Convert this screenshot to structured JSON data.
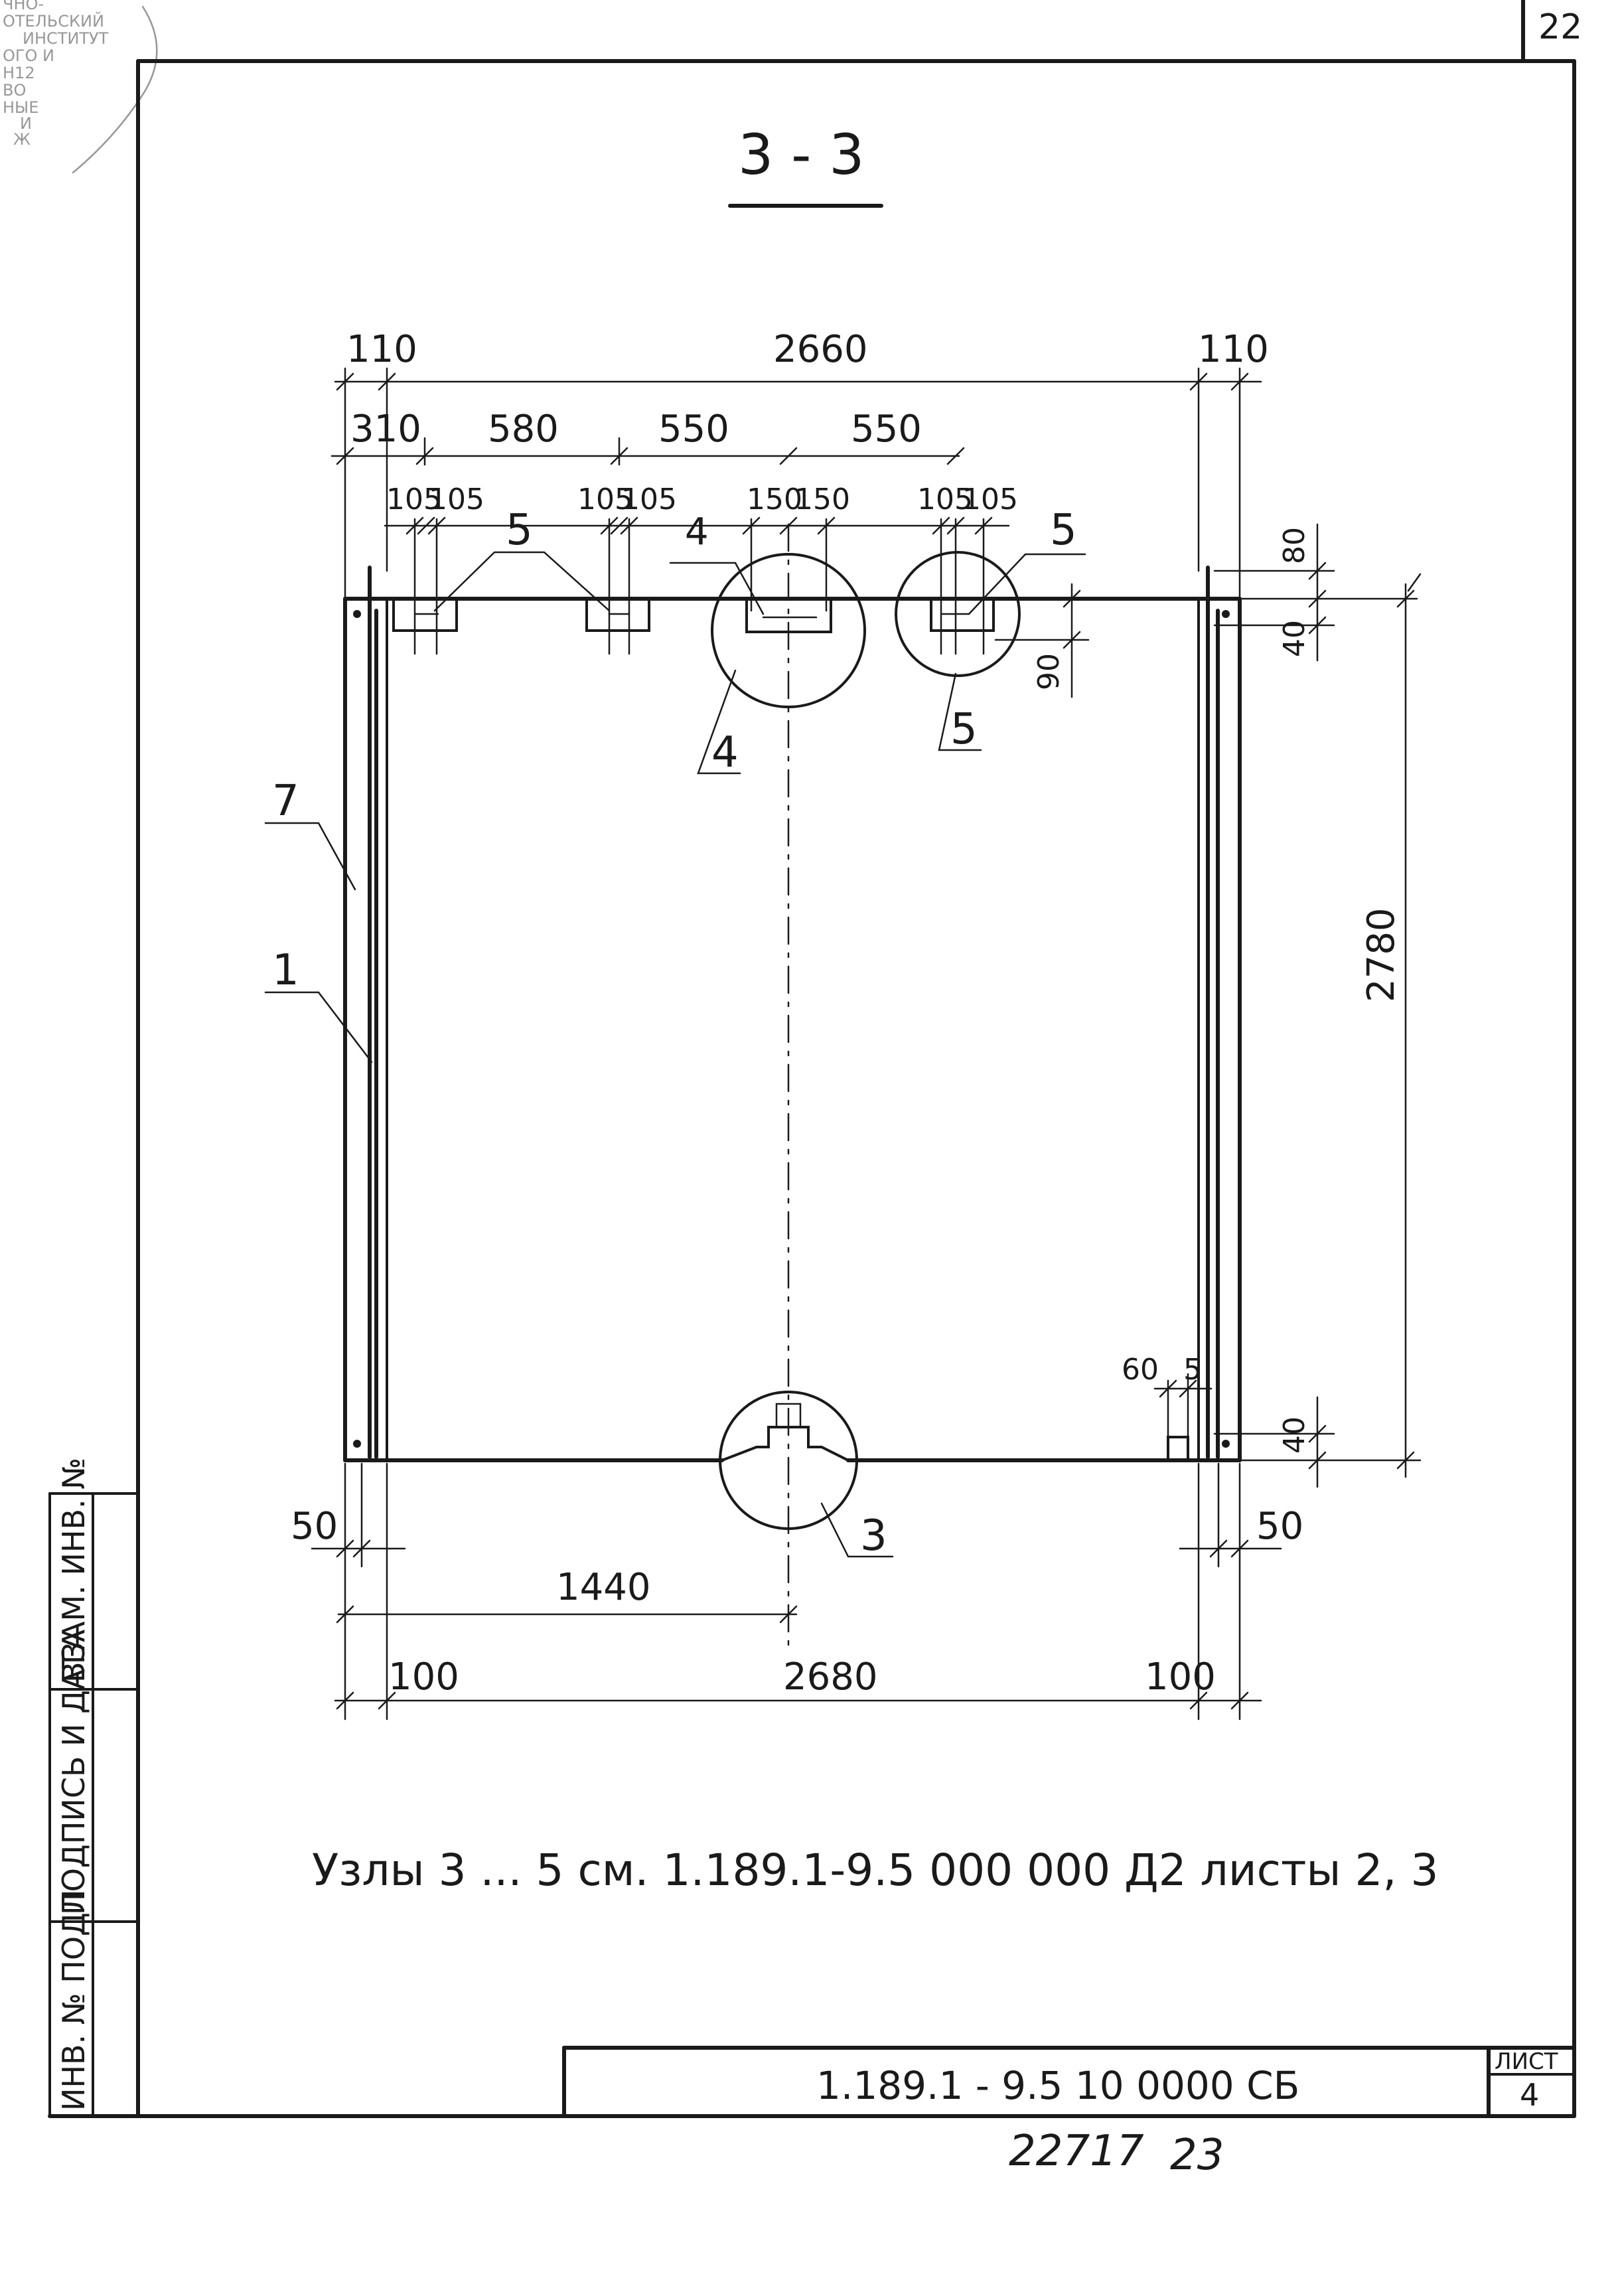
{
  "sheet": {
    "page_number": "22",
    "stamp_lines": [
      "ЧНО-",
      "ОТЕЛЬСКИЙ",
      "ИНСТИТУТ",
      "ОГО И",
      "Н12",
      "ВО",
      "НЫЕ",
      "И",
      "Ж"
    ],
    "section_title": "3 - 3",
    "note": "Узлы 3 ... 5 см. 1.189.1-9.5 000 000 Д2 листы 2, 3",
    "bottom_stamp": "22717",
    "bottom_number": "23"
  },
  "side_table": {
    "labels": [
      "ВЗАМ. ИНВ. №",
      "ПОДПИСЬ И ДАТА",
      "ИНВ. № ПОДЛ"
    ]
  },
  "title_block": {
    "code": "1.189.1 - 9.5 10 0000 СБ",
    "sheet_label": "ЛИСТ",
    "sheet_no": "4"
  },
  "dimensions": {
    "top_overall": "2660",
    "top_left_offset": "110",
    "top_right_offset": "110",
    "second_row_left": "310",
    "second_row_a": "580",
    "second_row_b": "550",
    "second_row_c": "550",
    "third_row": [
      "105",
      "105",
      "105",
      "105",
      "150",
      "150",
      "105",
      "105"
    ],
    "right_80": "80",
    "right_40_top": "40",
    "right_90": "90",
    "height": "2780",
    "right_40_bottom": "40",
    "bottom_60": "60",
    "bottom_5": "5",
    "bottom_left_50": "50",
    "bottom_right_50": "50",
    "half_width": "1440",
    "bottom_overall": "2680",
    "bottom_left_100": "100",
    "bottom_right_100": "100"
  },
  "callouts": {
    "pos5_left": "5",
    "pos4": "4",
    "pos5_right": "5",
    "node4": "4",
    "node5": "5",
    "node3": "3",
    "pos7": "7",
    "pos1": "1"
  }
}
